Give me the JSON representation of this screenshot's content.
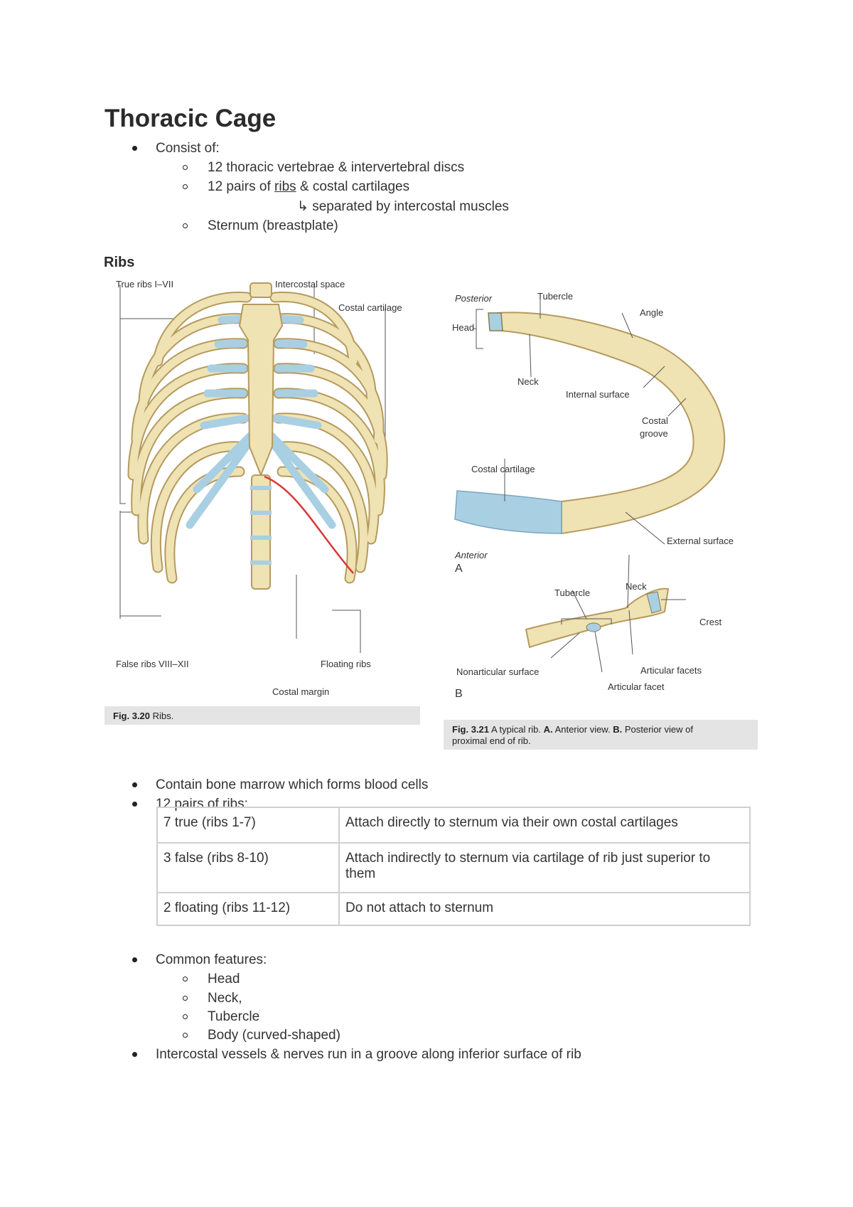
{
  "title": "Thoracic Cage",
  "consist": {
    "label": "Consist of:",
    "items": [
      "12 thoracic vertebrae & intervertebral discs",
      "12 pairs of",
      "Sternum (breastplate)"
    ],
    "ribs_word": "ribs",
    "ribs_rest": "& costal cartilages",
    "arrow": "↳",
    "separated": "separated by intercostal muscles"
  },
  "section_ribs": "Ribs",
  "fig20": {
    "labels": {
      "true_ribs": "True ribs I–VII",
      "intercostal_space": "Intercostal space",
      "costal_cartilage": "Costal cartilage",
      "false_ribs": "False ribs VIII–XII",
      "floating_ribs": "Floating ribs",
      "costal_margin": "Costal margin"
    },
    "caption_num": "Fig. 3.20",
    "caption_text": "Ribs."
  },
  "fig21": {
    "labels": {
      "posterior": "Posterior",
      "tubercle": "Tubercle",
      "head": "Head",
      "angle": "Angle",
      "neck": "Neck",
      "internal_surface": "Internal surface",
      "costal": "Costal",
      "groove": "groove",
      "costal_cartilage": "Costal cartilage",
      "external_surface": "External surface",
      "anterior": "Anterior",
      "a": "A",
      "tubercle_b": "Tubercle",
      "neck_b": "Neck",
      "crest": "Crest",
      "nonarticular": "Nonarticular surface",
      "articular_facets": "Articular facets",
      "articular_facet": "Articular facet",
      "b": "B"
    },
    "caption_num": "Fig. 3.21",
    "caption_text1": "A typical rib.",
    "caption_a": "A.",
    "caption_text2": "Anterior view.",
    "caption_b": "B.",
    "caption_text3": "Posterior view of",
    "caption_line2": "proximal end of rib."
  },
  "bullets": {
    "marrow": "Contain bone marrow which forms blood cells",
    "pairs": "12 pairs of ribs:"
  },
  "rib_table": [
    [
      "7 true (ribs 1-7)",
      "Attach directly to sternum via their own costal cartilages"
    ],
    [
      "3 false (ribs 8-10)",
      "Attach indirectly to sternum via cartilage of rib just superior to them"
    ],
    [
      "2 floating (ribs 11-12)",
      "Do not attach to sternum"
    ]
  ],
  "features": {
    "label": "Common features:",
    "items": [
      "Head",
      "Neck,",
      "Tubercle",
      "Body (curved-shaped)"
    ]
  },
  "last_bullet": "Intercostal vessels & nerves run in a groove along inferior surface of rib",
  "colors": {
    "bone": "#efe2b3",
    "bone_edge": "#b59a5e",
    "cartilage": "#a9cfe3",
    "red_margin": "#d63a3a"
  }
}
